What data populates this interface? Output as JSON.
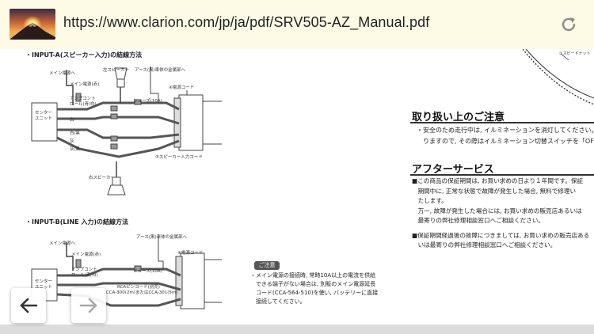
{
  "address_bar": {
    "url": "https://www.clarion.com/jp/ja/pdf/SRV505-AZ_Manual.pdf",
    "thumbnail_icon": "mountain-sunrise-thumbnail",
    "reload_icon": "reload-icon"
  },
  "pdf": {
    "input_a_title": "・INPUT-A(スピーカー入力)の結線方法",
    "input_b_title": "・INPUT-B(LINE 入力)の結線方法",
    "diagram_a_labels": {
      "main_power": "メイン電源へ",
      "left_speaker": "左スピーカー",
      "ground": "アース(黒)車体の金属部へ",
      "power_code_num": "④電源コード",
      "main_power_red": "メイン電源(赤)",
      "amp_control": "アンプコント",
      "roll_blue_white": "ロール(青/白)",
      "fuse": "ヒューズ(10A)",
      "center_unit": "センター",
      "center_unit2": "ユニット",
      "white": "白",
      "white_black": "白/黒",
      "gray": "灰",
      "gray_black": "灰/黒",
      "speaker_input_code": "⑤スピーカー入力コード",
      "right_speaker": "右スピーカー"
    },
    "diagram_b_labels": {
      "ground": "アース(黒)車体の金属部へ",
      "main_power": "メイン電源へ",
      "main_power_red": "メイン電源(赤)",
      "power_code_num": "④電源コード",
      "amp_control": "アンプコント",
      "roll_blue_white": "ロール(青/白)",
      "fuse": "ヒューズ(10A)",
      "center_unit": "センター",
      "center_unit2": "ユニット",
      "rca_pin": "RCAピンコード(別売)",
      "cca_codes": "CCA-300(2m)またはCCA-301(5m)"
    },
    "caution_tag": "ご注意",
    "caution_lines": [
      "・メイン電源の接続時, 常時10A以上の電流を供給",
      "　できる端子がない場合は, 別販のメイン電源延長",
      "　コード(CCA-564-510)を使い, バッテリーに直接",
      "　接続してください。"
    ],
    "top_right_label": "①スピードナット",
    "handling_title": "取り扱い上のご注意",
    "handling_lines": [
      "・安全のため走行中は, イルミネーションを消灯してください。ま",
      "　りますので, その際はイルミネーション切替スイッチを「OFF」に"
    ],
    "service_title": "アフターサービス",
    "service_lines": [
      "■この商品の保証期間は, お買い求めの日より１年間です。保証",
      "　期間中に, 正常な状態で故障が発生した場合, 無料で修理い",
      "　たします。",
      "　万一, 故障が発生した場合には, お買い求めの販売店あるいは",
      "　最寄りの弊社修理相談窓口へご相談ください。",
      "",
      "■保証期間経過後の故障につきましては, お買い求めの販売店ある",
      "　いは最寄りの弊社修理相談窓口へご相談ください。"
    ]
  },
  "nav": {
    "back_icon": "arrow-left-icon",
    "forward_icon": "arrow-right-icon"
  }
}
